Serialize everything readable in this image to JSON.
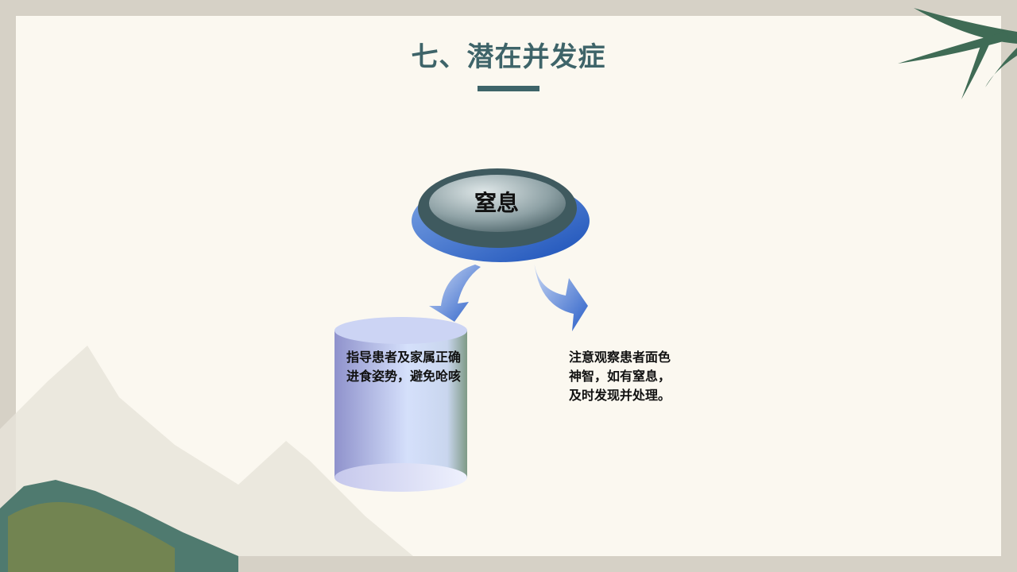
{
  "title": "七、潜在并发症",
  "hub": {
    "label": "窒息"
  },
  "branches": [
    {
      "text": "指导患者及家属正确进食姿势，避免呛咳"
    },
    {
      "text": "注意观察患者面色神智，如有窒息，及时发现并处理。"
    }
  ],
  "colors": {
    "title": "#3e6469",
    "arrow": "#2f62c8",
    "background": "#fbf8f0"
  }
}
